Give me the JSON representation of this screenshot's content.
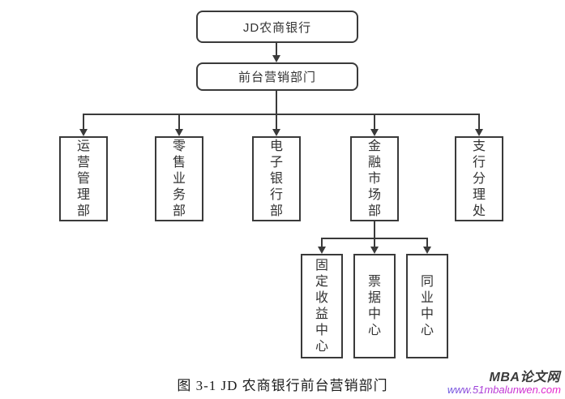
{
  "org_chart": {
    "root": {
      "label": "JD农商银行"
    },
    "level2": {
      "label": "前台营销部门"
    },
    "departments": [
      {
        "label": "运营管理部"
      },
      {
        "label": "零售业务部"
      },
      {
        "label": "电子银行部"
      },
      {
        "label": "金融市场部"
      },
      {
        "label": "支行分理处"
      }
    ],
    "financial_market_centers": [
      {
        "label": "固定收益中心"
      },
      {
        "label": "票据中心"
      },
      {
        "label": "同业中心"
      }
    ]
  },
  "caption": "图 3-1 JD 农商银行前台营销部门",
  "watermark": {
    "site": "MBA论文网",
    "url": "www.51mbalunwen.com"
  },
  "colors": {
    "line": "#3a3a3a",
    "box_border": "#3a3a3a",
    "text": "#333333",
    "caption_text": "#1c1c1c",
    "watermark_site": "#3a3a3a",
    "watermark_url_start": "#6a5ae0",
    "watermark_url_end": "#ec22cc",
    "background": "#ffffff"
  }
}
